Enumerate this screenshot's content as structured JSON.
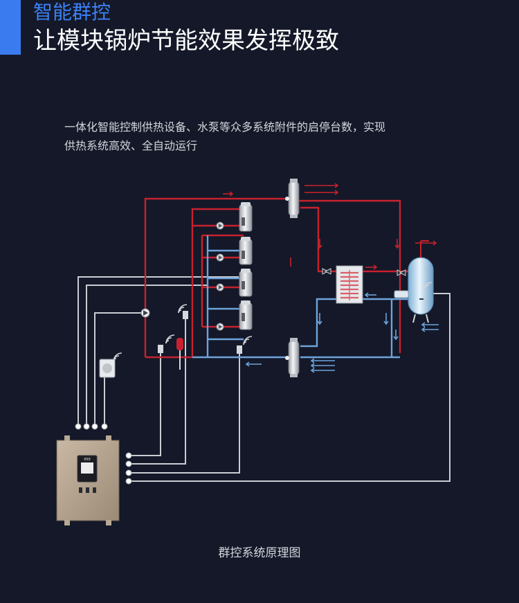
{
  "header": {
    "kicker": "智能群控",
    "title": "让模块锅炉节能效果发挥极致",
    "accent_color": "#3a7bef"
  },
  "description": {
    "line1": "一体化智能控制供热设备、水泵等众多系统附件的启停台数，实现",
    "line2": "供热系统高效、全自动运行"
  },
  "diagram": {
    "caption": "群控系统原理图",
    "colors": {
      "supply": "#c8222e",
      "return": "#6ea4dc",
      "signal": "#c9cdd4"
    },
    "boiler_count": 4,
    "cabinet_display": "888"
  }
}
